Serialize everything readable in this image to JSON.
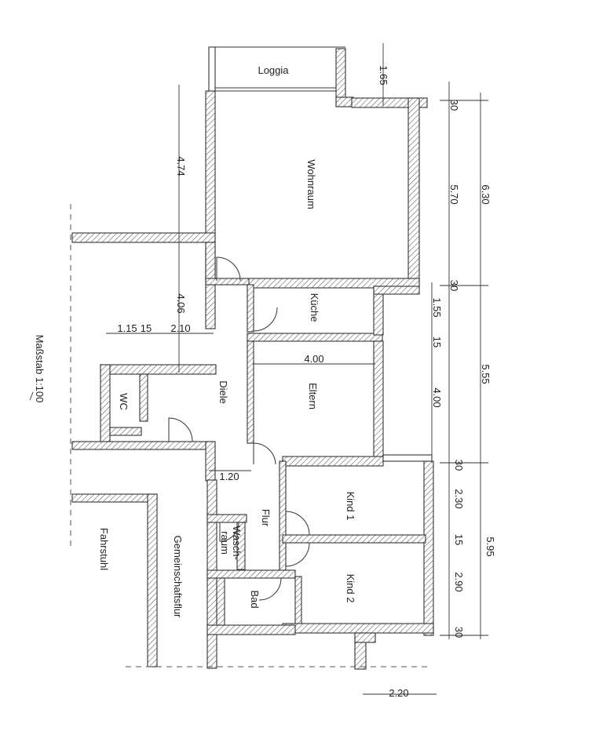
{
  "scale": "Maßstab 1:100",
  "rooms": {
    "loggia": "Loggia",
    "wohnraum": "Wohnraum",
    "kueche": "Küche",
    "eltern": "Eltern",
    "diele": "Diele",
    "wc": "WC",
    "flur": "Flur",
    "waschraum_1": "Wasch-",
    "waschraum_2": "raum",
    "bad": "Bad",
    "kind1": "Kind 1",
    "kind2": "Kind 2",
    "fahrstuhl": "Fahrstuhl",
    "gemeinschaftsflur": "Gemeinschaftsflur"
  },
  "dimensions": {
    "loggia_depth": "1.65",
    "wohn_inner_top": "30",
    "wohn_inner": "5.70",
    "wohn_total": "6.30",
    "wohn_inner_bottom": "30",
    "left_upper": "4.74",
    "left_lower": "4.06",
    "left_small_a": "1.15",
    "left_small_b": "15",
    "left_small_c": "2.10",
    "kueche": "1.55",
    "kueche_wall": "15",
    "eltern_h": "4.00",
    "eltern_w": "4.00",
    "mid_total": "5.55",
    "kind_wall_top": "30",
    "kind1": "2.30",
    "kind_wall_mid": "15",
    "kind2": "2.90",
    "kind_wall_bottom": "30",
    "kind_total": "5.95",
    "flur_w": "1.20",
    "bottom_w": "2.20"
  }
}
